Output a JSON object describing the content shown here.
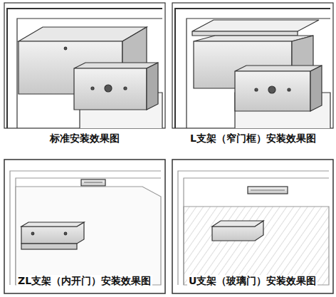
{
  "diagram": {
    "labels": [
      "标准安装效果图",
      "L支架（窄门框）安装效果图",
      "ZL支架（内开门）安装效果图",
      "U支架（玻璃门）安装效果图"
    ]
  }
}
